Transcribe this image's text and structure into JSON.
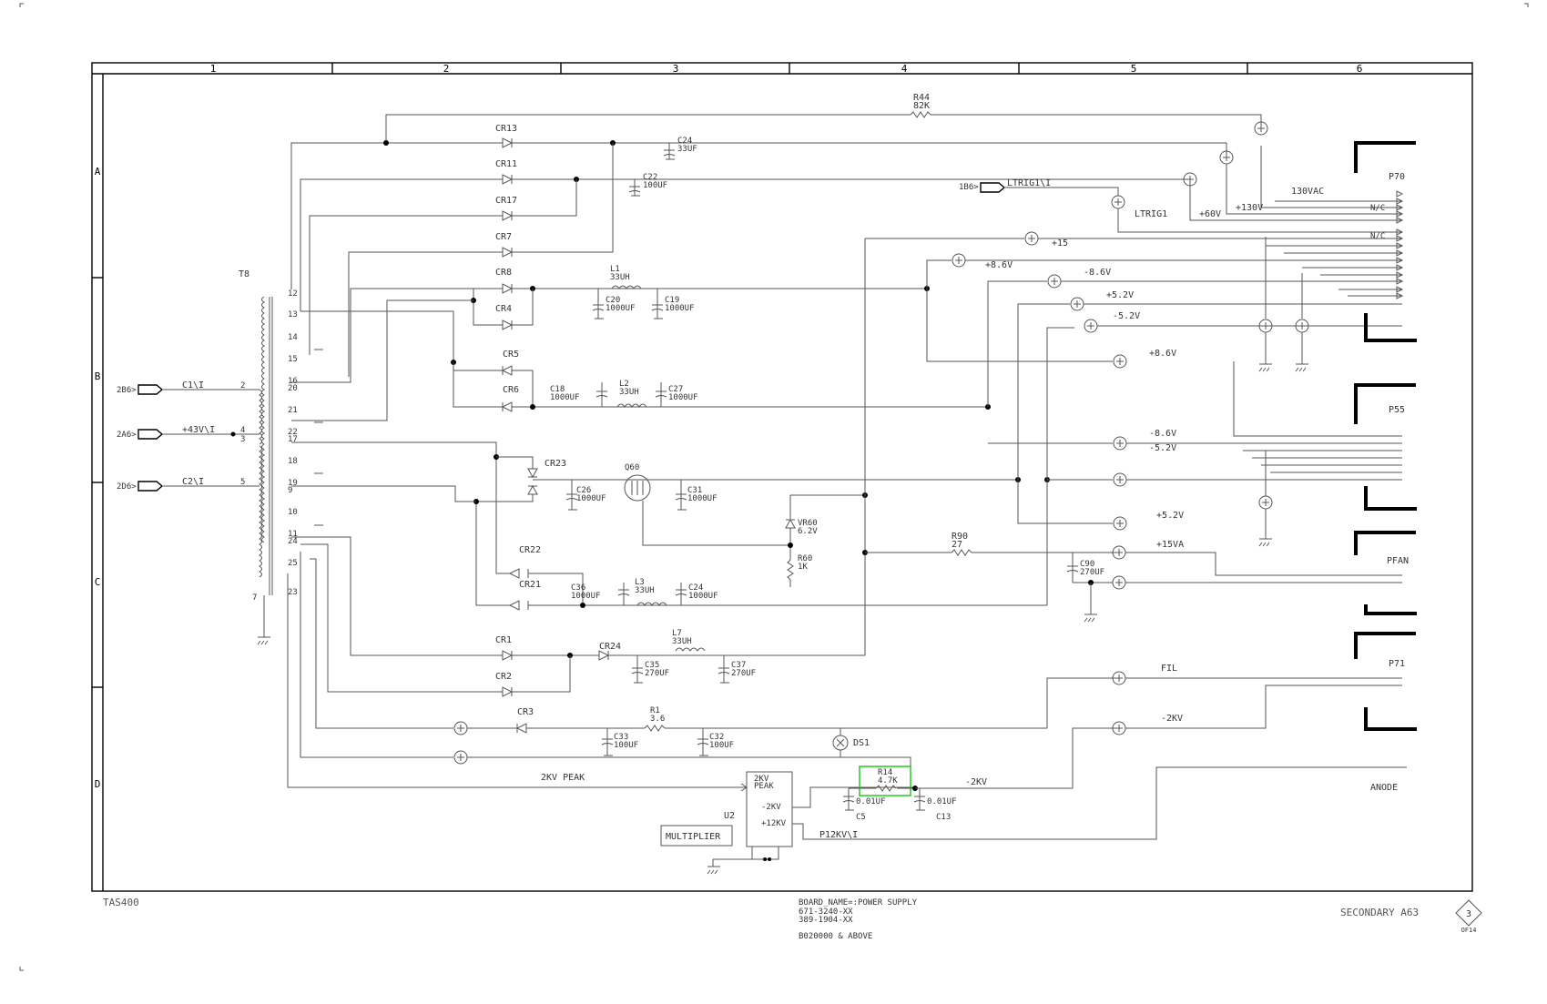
{
  "grid": {
    "columns": [
      "1",
      "2",
      "3",
      "4",
      "5",
      "6"
    ],
    "rows": [
      "A",
      "B",
      "C",
      "D"
    ]
  },
  "title_block": {
    "model": "TAS400",
    "board_name": "BOARD_NAME=:POWER SUPPLY",
    "part_1": "671-3240-XX",
    "part_2": "389-1904-XX",
    "serial": "B020000 & ABOVE",
    "sheet_title": "SECONDARY A63",
    "sheet_number": "3",
    "sheet_of": "OF14"
  },
  "transformer": {
    "ref": "T8",
    "pins": [
      "12",
      "13",
      "14",
      "15",
      "16",
      "20",
      "21",
      "22",
      "17",
      "18",
      "19",
      "9",
      "10",
      "11",
      "24",
      "25",
      "23",
      "7"
    ]
  },
  "inputs": [
    {
      "ref": "2B6>",
      "net": "C1\\I",
      "pin": "2"
    },
    {
      "ref": "2A6>",
      "net": "+43V\\I",
      "pin": "4",
      "pin2": "3"
    },
    {
      "ref": "2D6>",
      "net": "C2\\I",
      "pin": "5"
    }
  ],
  "components": {
    "R44": {
      "ref": "R44",
      "value": "82K"
    },
    "CR13": "CR13",
    "CR11": "CR11",
    "CR17": "CR17",
    "CR7": "CR7",
    "CR8": "CR8",
    "CR4": "CR4",
    "CR5": "CR5",
    "CR6": "CR6",
    "CR23": "CR23",
    "CR22": "CR22",
    "CR21": "CR21",
    "CR1": "CR1",
    "CR2": "CR2",
    "CR24": "CR24",
    "CR3": "CR3",
    "C24a": {
      "ref": "C24",
      "value": "33UF"
    },
    "C22": {
      "ref": "C22",
      "value": "100UF"
    },
    "L1": {
      "ref": "L1",
      "value": "33UH"
    },
    "C20": {
      "ref": "C20",
      "value": "1000UF"
    },
    "C19": {
      "ref": "C19",
      "value": "1000UF"
    },
    "C18": {
      "ref": "C18",
      "value": "1000UF"
    },
    "L2": {
      "ref": "L2",
      "value": "33UH"
    },
    "C27": {
      "ref": "C27",
      "value": "1000UF"
    },
    "Q60": "Q60",
    "C26": {
      "ref": "C26",
      "value": "1000UF"
    },
    "C31": {
      "ref": "C31",
      "value": "1000UF"
    },
    "VR60": {
      "ref": "VR60",
      "value": "6.2V"
    },
    "R60": {
      "ref": "R60",
      "value": "1K"
    },
    "C36": {
      "ref": "C36",
      "value": "1000UF"
    },
    "L3": {
      "ref": "L3",
      "value": "33UH"
    },
    "C34": {
      "ref": "C24",
      "value": "1000UF"
    },
    "L7": {
      "ref": "L7",
      "value": "33UH"
    },
    "C35": {
      "ref": "C35",
      "value": "270UF"
    },
    "C37": {
      "ref": "C37",
      "value": "270UF"
    },
    "R1": {
      "ref": "R1",
      "value": "3.6"
    },
    "C33": {
      "ref": "C33",
      "value": "100UF"
    },
    "C32": {
      "ref": "C32",
      "value": "100UF"
    },
    "DS1": "DS1",
    "R90": {
      "ref": "R90",
      "value": "27"
    },
    "C90": {
      "ref": "C90",
      "value": "270UF"
    },
    "R14": {
      "ref": "R14",
      "value": "4.7K"
    },
    "C5": {
      "ref": "C5",
      "value": "0.01UF"
    },
    "C13": {
      "ref": "C13",
      "value": "0.01UF"
    },
    "U2": {
      "ref": "U2",
      "name": "MULTIPLIER",
      "pin1": "2KV PEAK",
      "pin2": "-2KV",
      "pin3": "+12KV"
    }
  },
  "nets": {
    "ltrig_ref": "1B6>",
    "ltrig_net": "LTRIG1\\I",
    "ltrig": "LTRIG1",
    "v130": "+130V",
    "v130ac": "130VAC",
    "v60": "+60V",
    "v15": "+15",
    "v86": "+8.6V",
    "vn86": "-8.6V",
    "v52": "+5.2V",
    "vn52": "-5.2V",
    "v86b": "+8.6V",
    "vn86b": "-8.6V",
    "vn52b": "-5.2V",
    "v52b": "+5.2V",
    "v15va": "+15VA",
    "fil": "FIL",
    "n2kv": "-2KV",
    "n2kv2": "-2KV",
    "p12kv": "P12KV\\I",
    "peak": "2KV PEAK",
    "nc": "N/C",
    "anode": "ANODE"
  },
  "connectors": [
    {
      "ref": "P70"
    },
    {
      "ref": "P55"
    },
    {
      "ref": "PFAN"
    },
    {
      "ref": "P71"
    }
  ]
}
